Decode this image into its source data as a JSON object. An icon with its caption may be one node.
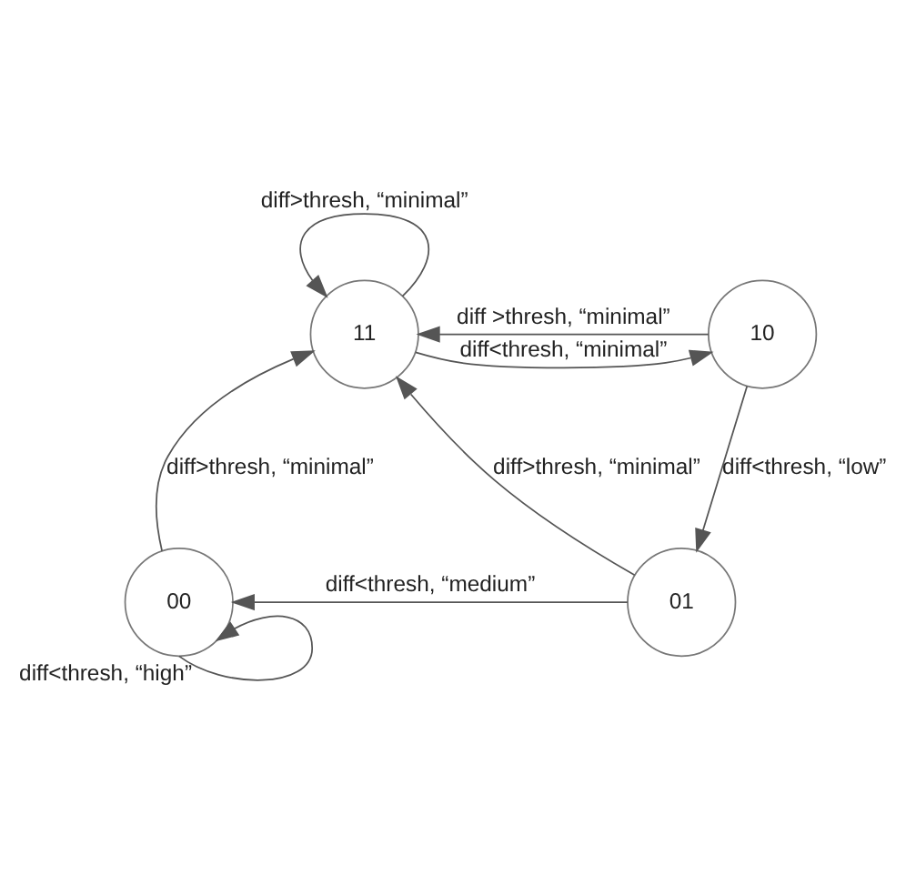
{
  "diagram": {
    "nodes": [
      {
        "text": [
          "11"
        ]
      },
      {
        "text": [
          "10"
        ]
      },
      {
        "text": [
          "01"
        ]
      },
      {
        "text": [
          "00"
        ]
      }
    ],
    "edges": [
      {
        "from": 0,
        "to": 0,
        "arrow": "to",
        "label": "diff>thresh, “minimal”"
      },
      {
        "from": 1,
        "to": 0,
        "arrow": "to",
        "label": "diff >thresh, “minimal”"
      },
      {
        "from": 0,
        "to": 1,
        "arrow": "to",
        "label": "diff<thresh, “minimal”"
      },
      {
        "from": 1,
        "to": 2,
        "arrow": "to",
        "label": "diff<thresh, “low”"
      },
      {
        "from": 2,
        "to": 0,
        "arrow": "to",
        "label": "diff>thresh, “minimal”"
      },
      {
        "from": 2,
        "to": 3,
        "arrow": "to",
        "label": "diff<thresh, “medium”"
      },
      {
        "from": 3,
        "to": 0,
        "arrow": "to",
        "label": "diff>thresh, “minimal”"
      },
      {
        "from": 3,
        "to": 3,
        "arrow": "to",
        "label": "diff<thresh, “high”"
      }
    ]
  }
}
